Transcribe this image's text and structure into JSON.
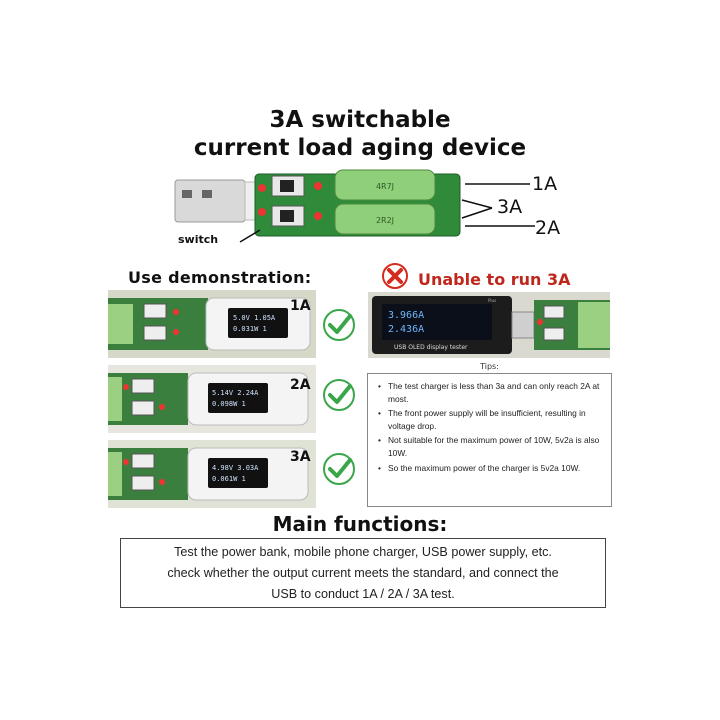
{
  "header": {
    "title_line1": "3A switchable",
    "title_line2": "current load aging device"
  },
  "device_callouts": {
    "one_amp": "1A",
    "three_amp": "3A",
    "two_amp": "2A",
    "switch": "switch"
  },
  "device_markings": {
    "resistor_1": "4R7J",
    "resistor_2": "2R2J"
  },
  "demonstration": {
    "heading": "Use demonstration:",
    "rows": [
      {
        "amp": "1A",
        "lcd_line1": "5.0V 1.05A",
        "lcd_line2": "0.031W   1"
      },
      {
        "amp": "2A",
        "lcd_line1": "5.14V 2.24A",
        "lcd_line2": "0.098W   1"
      },
      {
        "amp": "3A",
        "lcd_line1": "4.98V 3.03A",
        "lcd_line2": "0.061W   1"
      }
    ]
  },
  "unable": {
    "heading": "Unable to run 3A",
    "meter_label": "USB OLED display tester",
    "meter_line1": "3.966A",
    "meter_line2": "2.436A",
    "meter_top": "Plus"
  },
  "tips": {
    "title": "Tips:",
    "items": [
      "The test charger is less than 3a and can only reach 2A at most.",
      "The front power supply will be insufficient, resulting in voltage drop.",
      "Not suitable for the maximum power of 10W, 5v2a is also 10W.",
      "So the maximum power of the charger is 5v2a 10W."
    ]
  },
  "main_functions": {
    "heading": "Main functions:",
    "line1": "Test the power bank, mobile phone charger, USB power supply, etc.",
    "line2": "check whether the output current meets the standard, and connect the",
    "line3": "USB to conduct 1A / 2A / 3A test."
  },
  "colors": {
    "pcb_green": "#2f8a3a",
    "check_green": "#3aa64a",
    "cross_red": "#d52b1e",
    "resistor_green": "#8fcf7a"
  }
}
